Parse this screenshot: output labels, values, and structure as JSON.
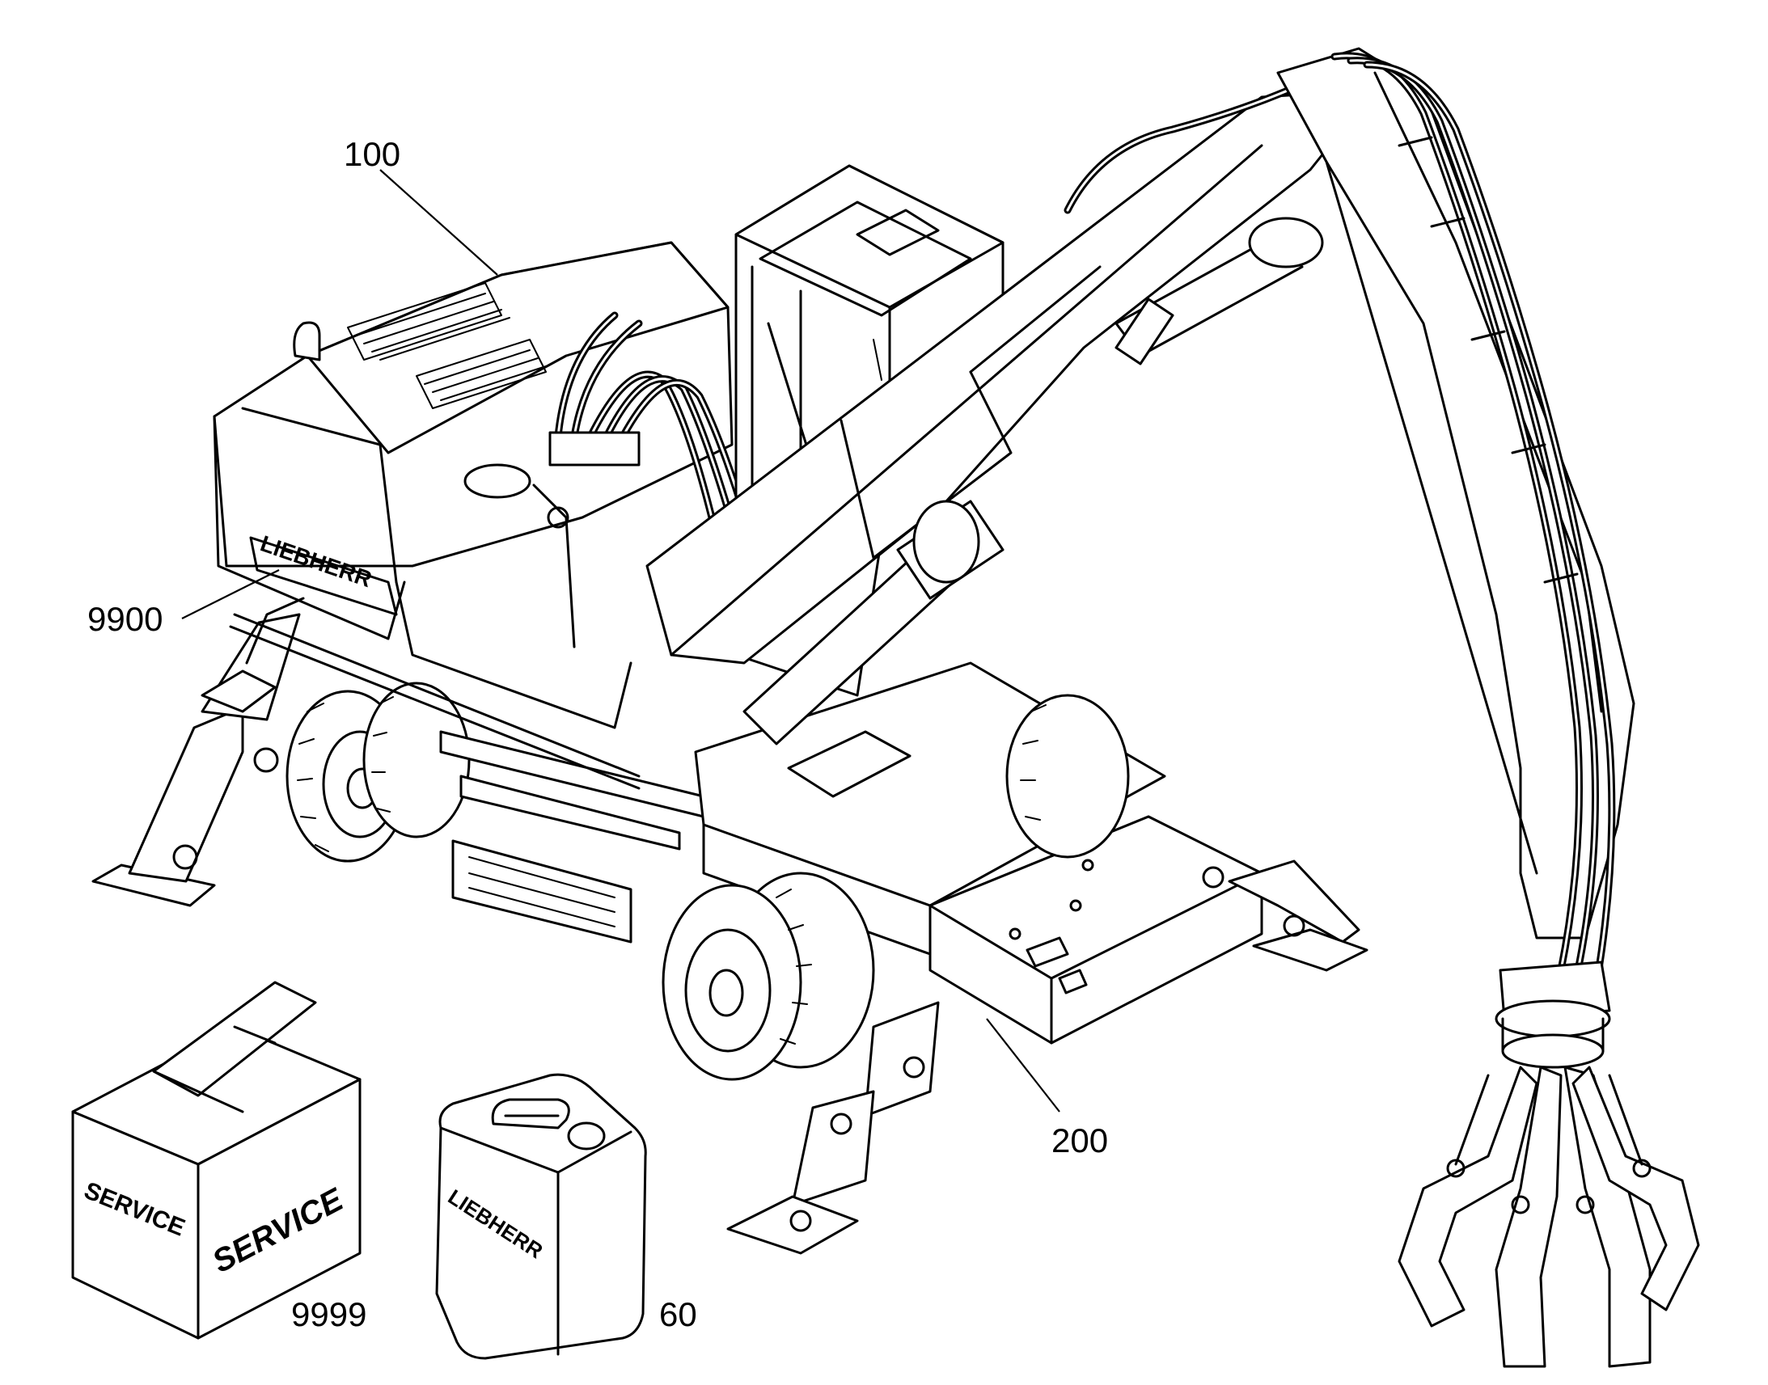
{
  "callouts": [
    {
      "id": "c100",
      "label": "100"
    },
    {
      "id": "c9900",
      "label": "9900"
    },
    {
      "id": "c200",
      "label": "200"
    },
    {
      "id": "c9999",
      "label": "9999"
    },
    {
      "id": "c60",
      "label": "60"
    }
  ],
  "machine": {
    "brand_decal": "LIEBHERR"
  },
  "service_box": {
    "label_front": "SERVICE",
    "label_side": "SERVICE"
  },
  "canister": {
    "brand": "LIEBHERR"
  },
  "colors": {
    "line": "#000000",
    "background": "#ffffff"
  }
}
